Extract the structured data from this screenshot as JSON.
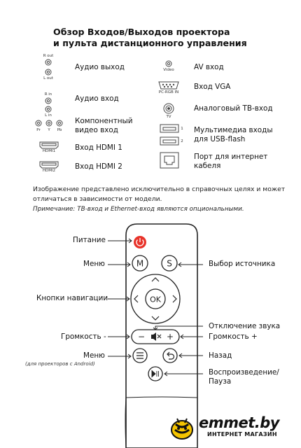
{
  "title_line1": "Обзор Входов/Выходов проектора",
  "title_line2": "и пульта дистанционного управления",
  "ports_left": [
    {
      "label": "Аудио выход",
      "small": [
        "R out",
        "L out"
      ]
    },
    {
      "label": "Аудио вход",
      "small": [
        "R in",
        "L in"
      ]
    },
    {
      "label_line1": "Компонентный",
      "label_line2": "видео вход",
      "small": [
        "Pr",
        "Y",
        "Pb"
      ]
    },
    {
      "label": "Вход HDMI 1",
      "small": [
        "HDMI1"
      ]
    },
    {
      "label": "Вход HDMI 2",
      "small": [
        "HDMI2"
      ]
    }
  ],
  "ports_right": [
    {
      "label": "AV вход",
      "small": [
        "Video"
      ]
    },
    {
      "label": "Вход VGA",
      "small": [
        "PC-RGB IN"
      ]
    },
    {
      "label": "Аналоговый ТВ-вход",
      "small": [
        "TV"
      ]
    },
    {
      "label_line1": "Мультимедиа входы",
      "label_line2": "для USB-flash",
      "small": [
        "1",
        "2"
      ]
    },
    {
      "label_line1": "Порт для интернет",
      "label_line2": "кабеля"
    }
  ],
  "note_line1": "Изображение представлено исключительно в справочных целях и может",
  "note_line2": "отличаться в зависимости от модели.",
  "note_italic": "Примечание: ТВ-вход и Ethernet-вход являются опциональными.",
  "remote_labels": {
    "power": "Питание",
    "menu": "Меню",
    "nav": "Кнопки навигации",
    "vol_down": "Громкость -",
    "menu_android": "Меню",
    "menu_android_sub": "(для проекторов с Android)",
    "source": "Выбор источника",
    "mute": "Отключение звука",
    "vol_up": "Громкость +",
    "back": "Назад",
    "play_line1": "Воспроизведение/",
    "play_line2": "Пауза"
  },
  "remote_buttons": {
    "m": "M",
    "s": "S",
    "ok": "OK",
    "minus": "−",
    "plus": "+"
  },
  "watermark": {
    "brand": "emmet.by",
    "tagline": "ИНТЕРНЕТ МАГАЗИН"
  },
  "colors": {
    "power": "#e8332a",
    "text": "#111111",
    "accent_yellow": "#f5c400"
  }
}
